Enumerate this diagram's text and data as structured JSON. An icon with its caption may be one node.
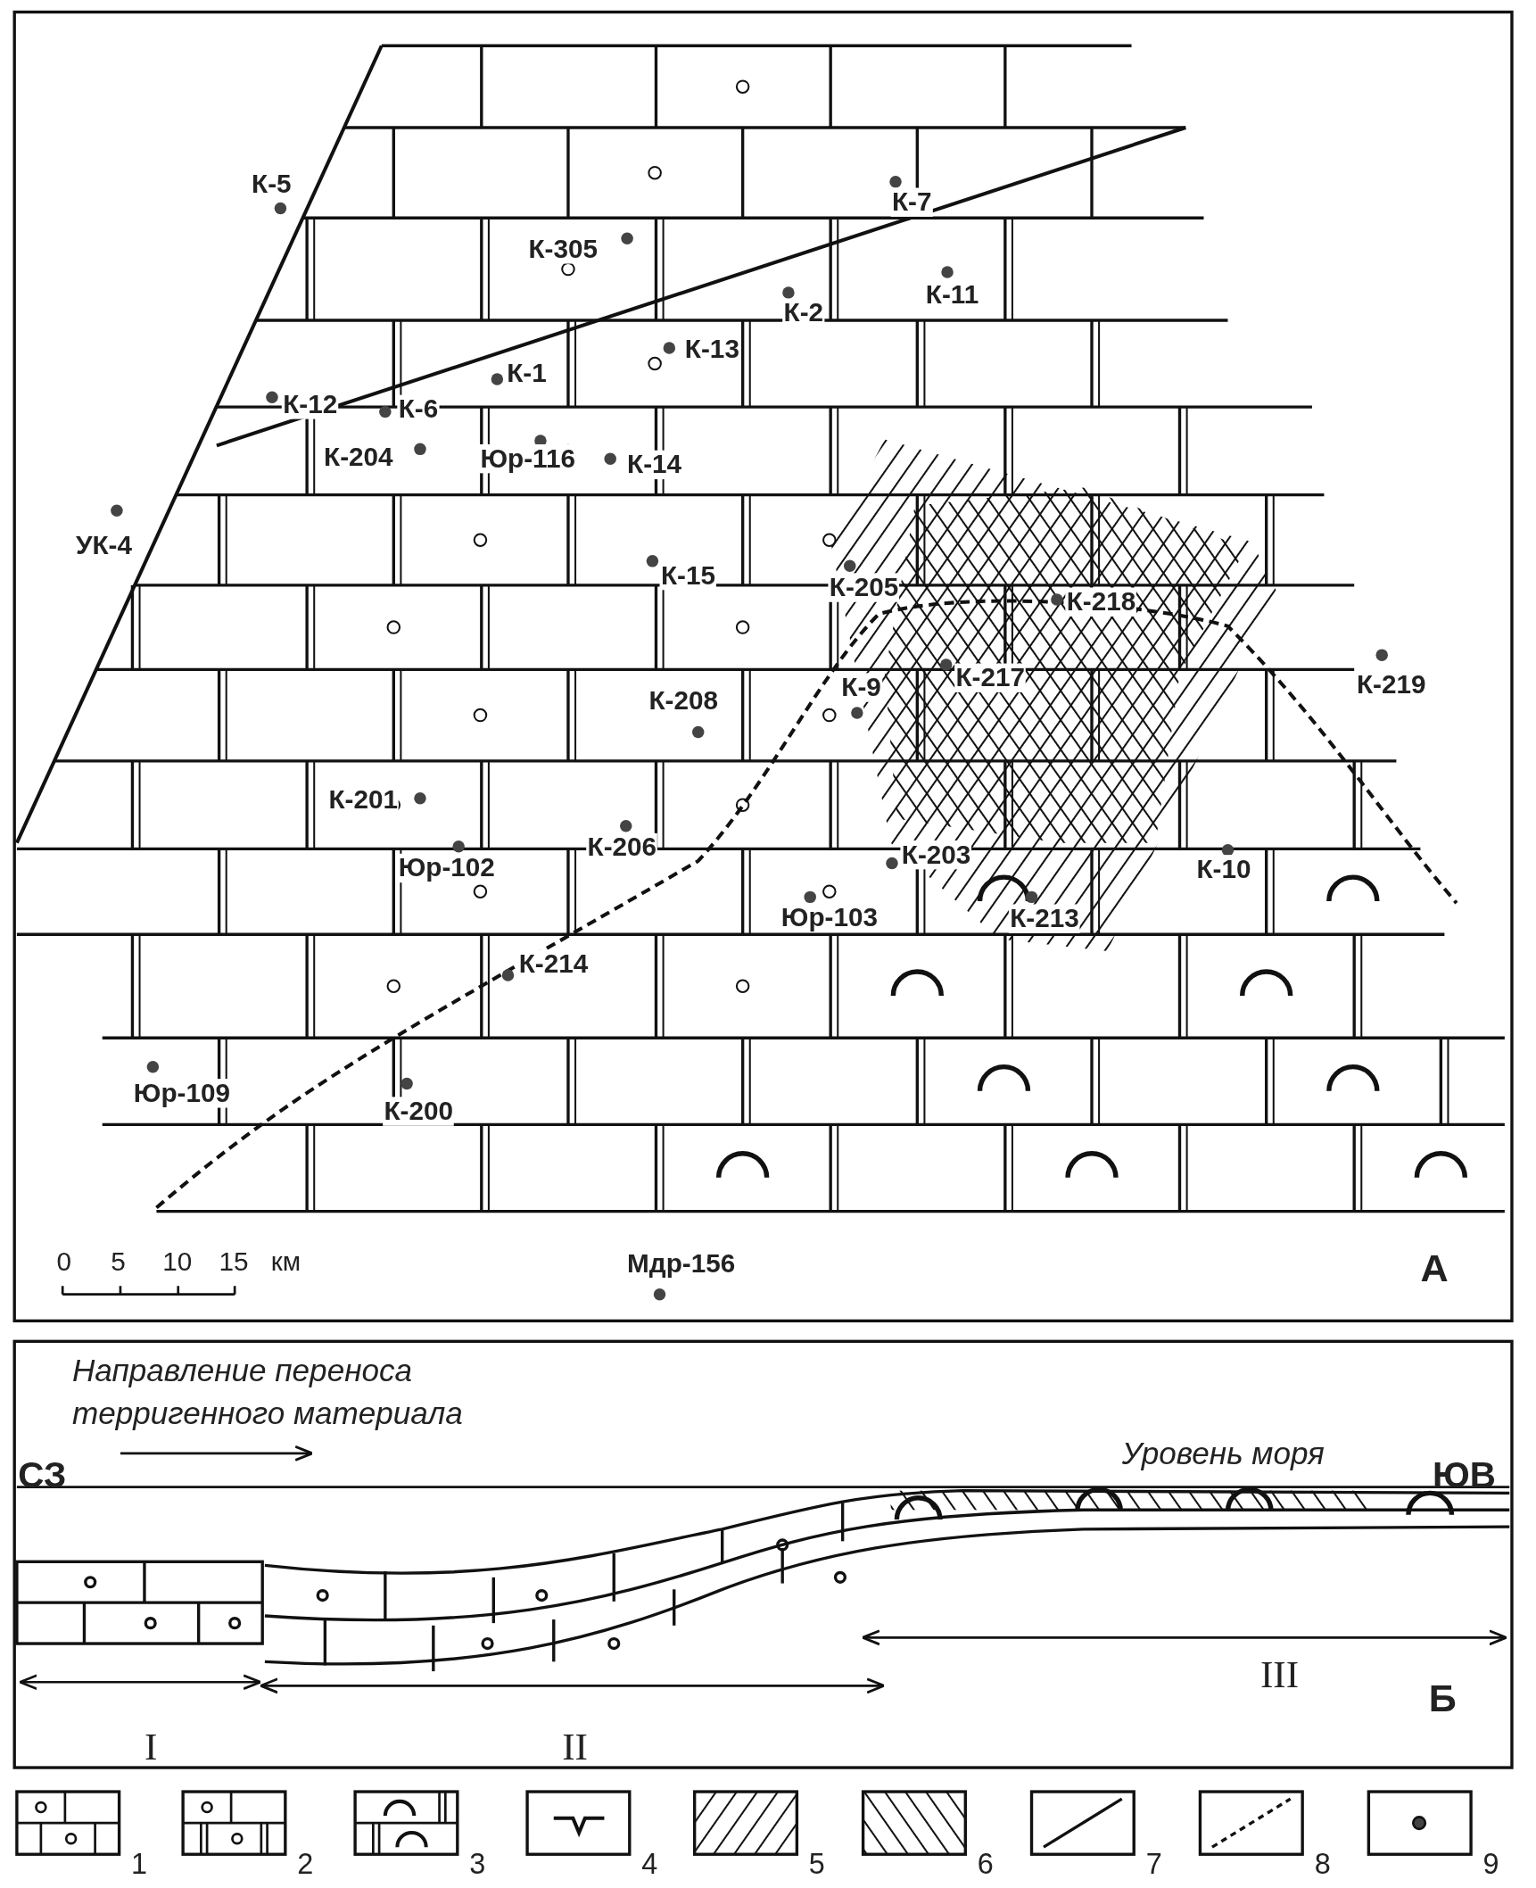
{
  "diagram": {
    "labels": [
      "К-5",
      "К-7",
      "К-305",
      "К-11",
      "К-2",
      "К-13",
      "К-1",
      "К-12",
      "К-6",
      "К-204",
      "Юр-116",
      "К-14",
      "УК-4",
      "К-15",
      "К-205",
      "К-218",
      "К-9",
      "К-217",
      "К-219",
      "К-208",
      "К-201",
      "К-206",
      "Юр-102",
      "К-203",
      "К-10",
      "Юр-103",
      "К-213",
      "К-214",
      "Юр-109",
      "К-200",
      "0",
      "5",
      "10",
      "15",
      "км",
      "Мдр-156",
      "А",
      "Направление переноса терригенного материала",
      "Уровень моря",
      "СЗ",
      "ЮВ",
      "III",
      "I",
      "II",
      "Б"
    ],
    "legend": [
      {
        "text": "1"
      },
      {
        "text": "2"
      },
      {
        "text": "3"
      },
      {
        "text": "4"
      },
      {
        "text": "5"
      },
      {
        "text": "6"
      },
      {
        "text": "7"
      },
      {
        "text": "8"
      },
      {
        "text": "9"
      }
    ]
  }
}
